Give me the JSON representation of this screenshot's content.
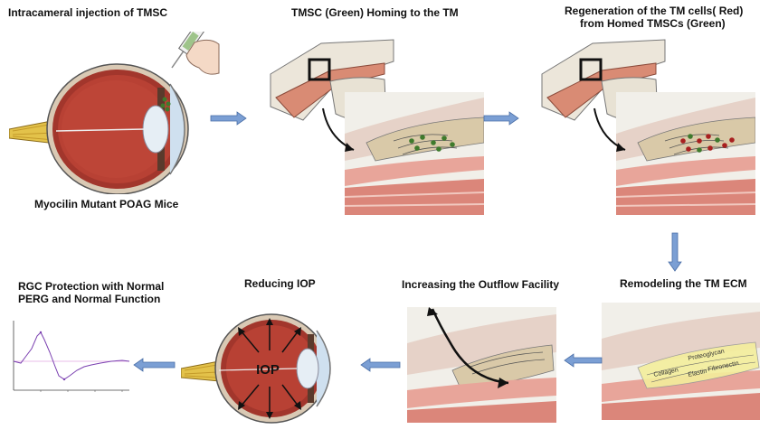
{
  "steps": {
    "injection": "Intracameral injection of TMSC",
    "homing": "TMSC (Green) Homing to the TM",
    "regeneration_line1": "Regeneration of the TM cells( Red)",
    "regeneration_line2": "from Homed TMSCs (Green)",
    "mouse_model": "Myocilin Mutant POAG Mice",
    "remodeling": "Remodeling the TM ECM",
    "outflow": "Increasing the Outflow Facility",
    "iop": "Reducing IOP",
    "rgc_line1": "RGC Protection with Normal",
    "rgc_line2": "PERG and Normal Function"
  },
  "eye_iop_label": "IOP",
  "ecm_labels": {
    "collagen": "Collagen",
    "proteoglycan": "Proteoglycan",
    "elastin": "Elastin",
    "fibronectin": "Fibronectin"
  },
  "colors": {
    "arrow_blue": "#7b9fd4",
    "eye_red": "#a2362c",
    "cells_green": "#3e7a2c",
    "cells_red": "#a81f1f",
    "nerve_yellow": "#e3c24a",
    "ecm_yellow": "#f4ee9c"
  },
  "icons": [
    "syringe-icon",
    "eye-icon",
    "curved-arrow-icon",
    "flow-arrow-icon"
  ]
}
